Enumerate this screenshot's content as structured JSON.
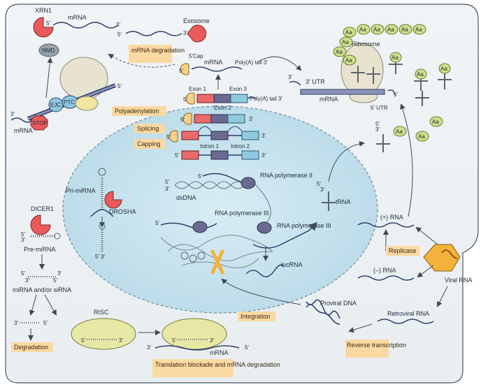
{
  "labels": {
    "xrn1": "XRN1",
    "mrna_top": "mRNA",
    "five": "5′",
    "three": "3′",
    "exosome": "Exosome",
    "mrna_degradation": "mRNA degradation",
    "nmd": "NMD",
    "ejc": "EJC",
    "ptc": "PTC",
    "stop": "STOP",
    "mrna_left": "mRNA",
    "cap_5": "5′Cap",
    "mrna_cap": "mRNA",
    "polya_tail": "Poly(A) tail 3′",
    "exon1": "Exon 1",
    "exon2": "Exon 2",
    "exon3": "Exon 3",
    "polya_tail3": "Poly(A) tail 3′",
    "polyadenylation": "Polyadenylation",
    "splicing": "Splicing",
    "capping": "Capping",
    "intron1": "Intron 1",
    "intron2": "Intron 2",
    "utr3": "3′ UTR",
    "utr5": "5′ UTR",
    "mrna_ribo": "mRNA",
    "ribosome": "Ribosome",
    "aa": "Aa",
    "rna_pol2": "RNA polymerase II",
    "dsdna": "dsDNA",
    "pri_mirna": "Pri-miRNA",
    "drosha": "DROSHA",
    "rna_pol3a": "RNA polymerase III",
    "rna_pol3b": "RNA polymerase III",
    "five_three": "5′ 3′",
    "dicer1": "DICER1",
    "pre_mirna": "Pre-miRNA",
    "mirna_sirna": "miRNA and/or siRNA",
    "degradation": "Degradation",
    "risc": "RISC",
    "mrna_risc": "mRNA",
    "translation_blockade": "Translation blockade and mRNA degradation",
    "trna": "tRNA",
    "lncrna": "lncRNA",
    "plus_rna": "(+) RNA",
    "replicase": "Replicase",
    "minus_rna": "(–) RNA",
    "viral_rna": "Viral RNA",
    "proviral_dna": "Proviral DNA",
    "retroviral_rna": "Retroviral RNA",
    "integration": "Integration",
    "reverse_transcription": "Reverse transcription"
  },
  "colors": {
    "cell_fill": "#eef2f4",
    "nucleus_fill": "#c7e3ee",
    "tag_fill": "#fbd9a2",
    "exon1": "#e96a6a",
    "exon2": "#6a6a93",
    "exon3": "#8ec9e0",
    "enzyme": "#ea5a5a",
    "ribosome": "#e8e3cf",
    "aa": "#cfe08c",
    "strand": "#2b3f6a",
    "viral": "#f3b23a"
  }
}
